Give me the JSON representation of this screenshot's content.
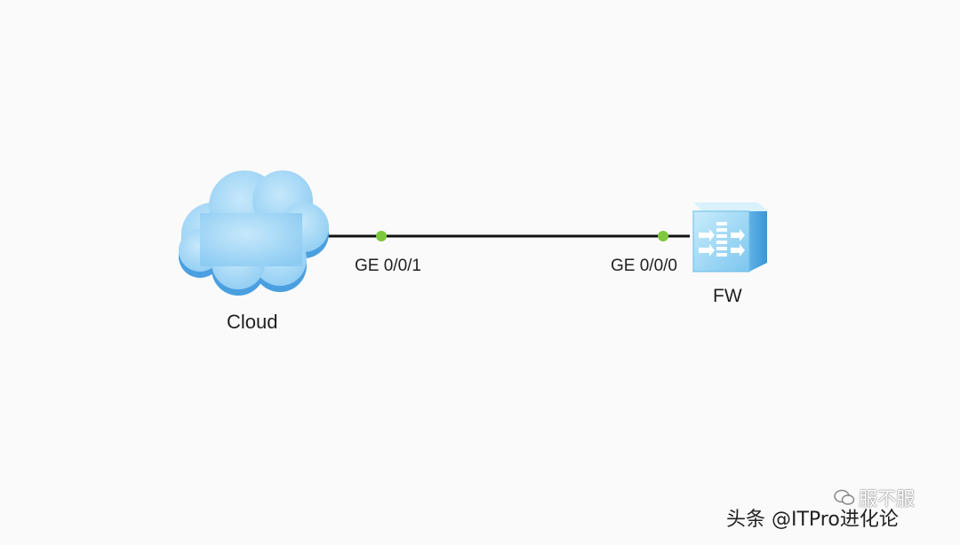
{
  "diagram": {
    "nodes": {
      "cloud": {
        "label": "Cloud"
      },
      "firewall": {
        "label": "FW"
      }
    },
    "link": {
      "endpoint_a_port": "GE 0/0/1",
      "endpoint_b_port": "GE 0/0/0"
    }
  },
  "watermark": {
    "line1": "服不服",
    "line2": "头条 @ITPro进化论"
  },
  "colors": {
    "background": "#fafafa",
    "cloud_fill": "#9fd4f5",
    "cloud_shadow": "#4a9fe0",
    "link_line": "#111111",
    "port_dot": "#7dc83c",
    "firewall_front": "#8fd3f5"
  }
}
